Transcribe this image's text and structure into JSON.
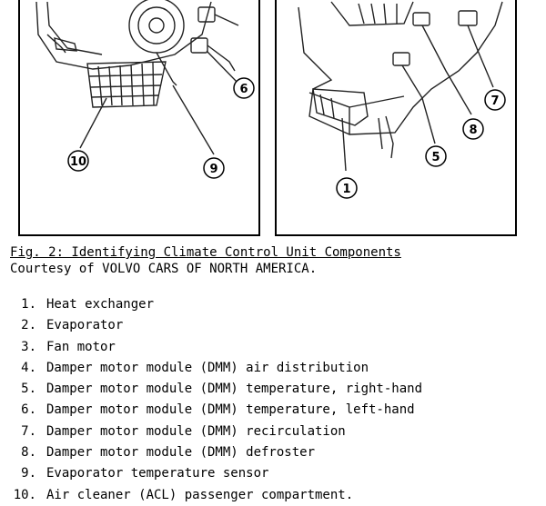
{
  "figure": {
    "title": "Fig. 2: Identifying Climate Control Unit Components",
    "courtesy": "Courtesy of VOLVO CARS OF NORTH AMERICA.",
    "left_callouts": [
      "6",
      "9",
      "10"
    ],
    "right_callouts": [
      "7",
      "8",
      "5",
      "1"
    ]
  },
  "legend": [
    {
      "num": "1.",
      "text": "Heat exchanger"
    },
    {
      "num": "2.",
      "text": "Evaporator"
    },
    {
      "num": "3.",
      "text": "Fan motor"
    },
    {
      "num": "4.",
      "text": "Damper motor module (DMM) air distribution"
    },
    {
      "num": "5.",
      "text": "Damper motor module (DMM) temperature, right-hand"
    },
    {
      "num": "6.",
      "text": "Damper motor module (DMM) temperature, left-hand"
    },
    {
      "num": "7.",
      "text": "Damper motor module (DMM) recirculation"
    },
    {
      "num": "8.",
      "text": "Damper motor module (DMM) defroster"
    },
    {
      "num": "9.",
      "text": "Evaporator temperature sensor"
    },
    {
      "num": "10.",
      "text": "Air cleaner (ACL) passenger compartment."
    }
  ]
}
